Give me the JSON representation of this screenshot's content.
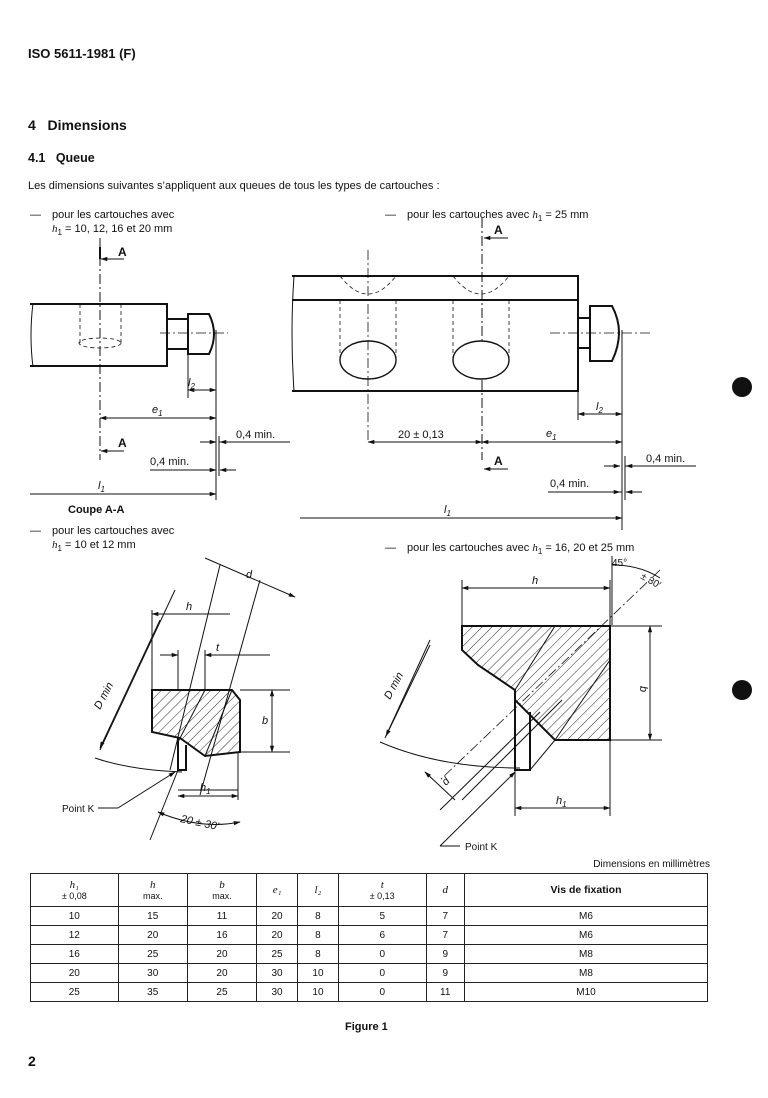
{
  "header": "ISO 5611-1981 (F)",
  "section": {
    "number": "4",
    "title": "Dimensions"
  },
  "subsection": {
    "number": "4.1",
    "title": "Queue"
  },
  "intro": "Les dimensions suivantes s’appliquent aux queues de tous les types de cartouches :",
  "captions": {
    "top_left_line1": "pour les cartouches avec",
    "top_left_line2": "= 10, 12, 16 et 20 mm",
    "top_right": "pour les cartouches avec",
    "top_right_value": "= 25 mm",
    "mid_left_line1": "pour les cartouches avec",
    "mid_left_line2": "= 10 et 12 mm",
    "mid_right": "pour les cartouches avec",
    "mid_right_value": "= 16, 20 et 25 mm",
    "h1_symbol": "h",
    "h1_sub": "1",
    "dash": "—"
  },
  "drawing_labels": {
    "section_mark": "A",
    "coupe": "Coupe A-A",
    "l2": "l",
    "e1": "e",
    "l1": "l",
    "min04": "0,4 min.",
    "pitch": "20 ± 0,13",
    "h": "h",
    "t": "t",
    "d": "d",
    "b": "b",
    "h1": "h",
    "dmin": "D min",
    "point_k": "Point K",
    "angle_left": "20 ± 30′",
    "angle_right_deg": "45°",
    "angle_right_tol": "± 30′",
    "sub1": "1",
    "sub2": "2"
  },
  "table": {
    "units_note": "Dimensions en millimètres",
    "headers": [
      {
        "symbol": "h₁",
        "sub": "± 0,08"
      },
      {
        "symbol": "h",
        "sub": "max."
      },
      {
        "symbol": "b",
        "sub": "max."
      },
      {
        "symbol": "e₁",
        "sub": ""
      },
      {
        "symbol": "l₂",
        "sub": ""
      },
      {
        "symbol": "t",
        "sub": "± 0,13"
      },
      {
        "symbol": "d",
        "sub": ""
      },
      {
        "symbol": "",
        "sub": "Vis de fixation"
      }
    ],
    "rows": [
      [
        "10",
        "15",
        "11",
        "20",
        "8",
        "5",
        "7",
        "M6"
      ],
      [
        "12",
        "20",
        "16",
        "20",
        "8",
        "6",
        "7",
        "M6"
      ],
      [
        "16",
        "25",
        "20",
        "25",
        "8",
        "0",
        "9",
        "M8"
      ],
      [
        "20",
        "30",
        "20",
        "30",
        "10",
        "0",
        "9",
        "M8"
      ],
      [
        "25",
        "35",
        "25",
        "30",
        "10",
        "0",
        "11",
        "M10"
      ]
    ]
  },
  "figure_label": "Figure 1",
  "page_number": "2"
}
